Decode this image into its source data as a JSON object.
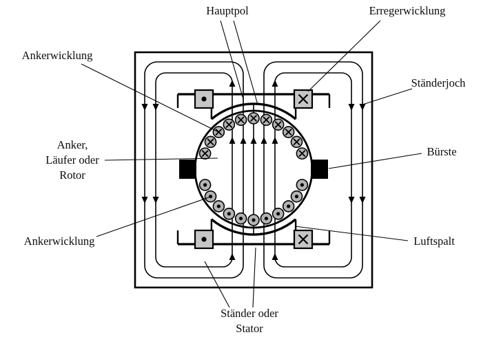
{
  "diagram": {
    "labels": {
      "hauptpol": "Hauptpol",
      "erregerwicklung": "Erregerwicklung",
      "ankerwicklung_top": "Ankerwicklung",
      "staenderjoch": "Ständerjoch",
      "anker_line1": "Anker,",
      "anker_line2": "Läufer oder",
      "anker_line3": "Rotor",
      "buerste": "Bürste",
      "ankerwicklung_bottom": "Ankerwicklung",
      "luftspalt": "Luftspalt",
      "staender_line1": "Ständer oder",
      "staender_line2": "Stator"
    },
    "armature": {
      "top_conductor_count": 11,
      "bottom_conductor_count": 11,
      "top_conductor_symbol": "cross",
      "bottom_conductor_symbol": "dot"
    },
    "field_coils": [
      {
        "position": "top-left",
        "symbol": "dot"
      },
      {
        "position": "top-right",
        "symbol": "cross"
      },
      {
        "position": "bottom-left",
        "symbol": "dot"
      },
      {
        "position": "bottom-right",
        "symbol": "cross"
      }
    ],
    "colors": {
      "line": "#000000",
      "coil_fill": "#c6c6c6",
      "conductor_fill": "#b4b4b4",
      "brush_fill": "#000000",
      "background": "#ffffff"
    }
  }
}
